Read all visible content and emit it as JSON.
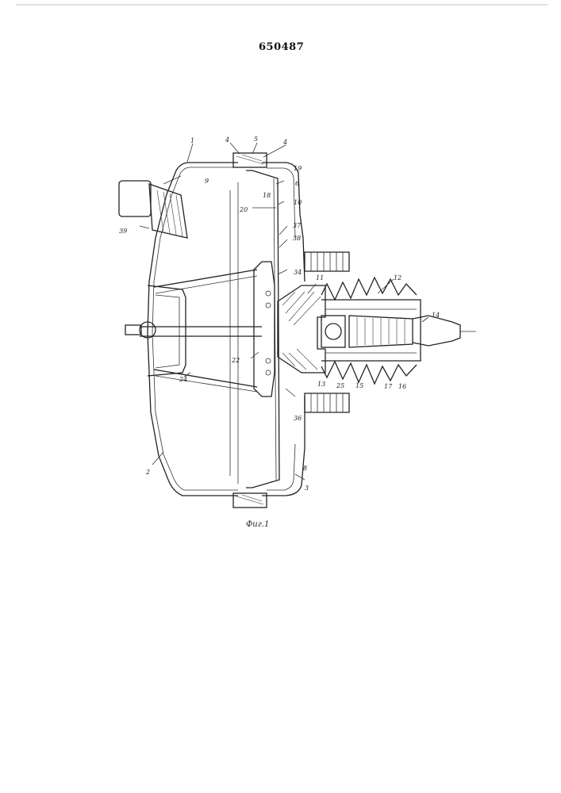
{
  "document": {
    "patent_number": "650487",
    "figure_caption": "Фиг.1"
  },
  "labels": {
    "l1": "1",
    "l2": "2",
    "l3": "3",
    "l4a": "4",
    "l4b": "4",
    "l5": "5",
    "l6": "6",
    "l8": "8",
    "l9": "9",
    "l10": "10",
    "l11": "11",
    "l12": "12",
    "l13": "13",
    "l14": "14",
    "l15": "15",
    "l16": "16",
    "l17": "17",
    "l18": "18",
    "l19": "19",
    "l20": "20",
    "l22": "22",
    "l24": "24",
    "l25": "25",
    "l34": "34",
    "l36": "36",
    "l37": "37",
    "l38": "38",
    "l39": "39"
  }
}
